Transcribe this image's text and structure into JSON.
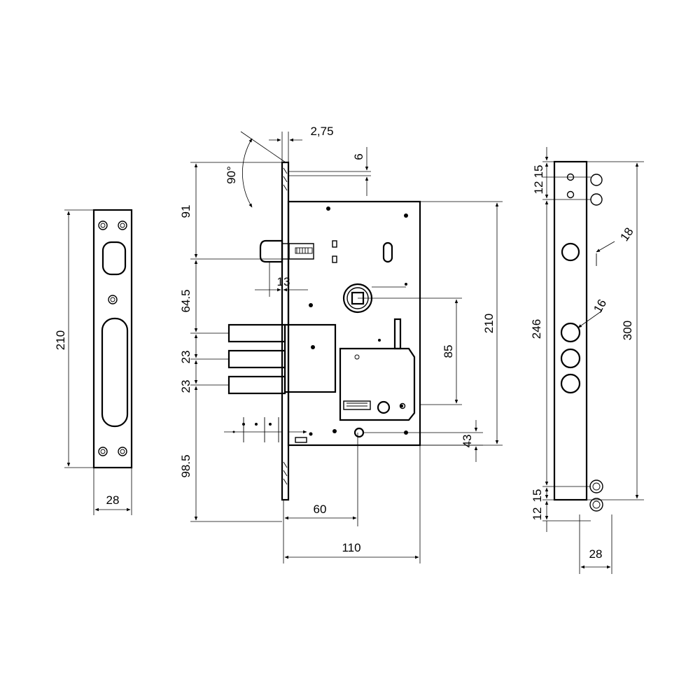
{
  "strike_plate": {
    "height_label": "210",
    "width_label": "28"
  },
  "lock_body": {
    "angle_label": "90°",
    "faceplate_thickness_label": "2,75",
    "offset_label": "6",
    "dim_91": "91",
    "dim_64_5": "64.5",
    "dim_23_a": "23",
    "dim_23_b": "23",
    "dim_98_5": "98.5",
    "latch_label": "13",
    "backset_label": "60",
    "width_label": "110",
    "height_label": "210",
    "spindle_to_key_label": "85",
    "bottom_label": "43"
  },
  "faceplate": {
    "dim_12": "12",
    "dim_15_top": "15",
    "dim_18": "18",
    "dim_16": "16",
    "dim_246": "246",
    "dim_300": "300",
    "dim_15_bottom": "15",
    "dim_12_bottom": "12",
    "width_label": "28"
  }
}
